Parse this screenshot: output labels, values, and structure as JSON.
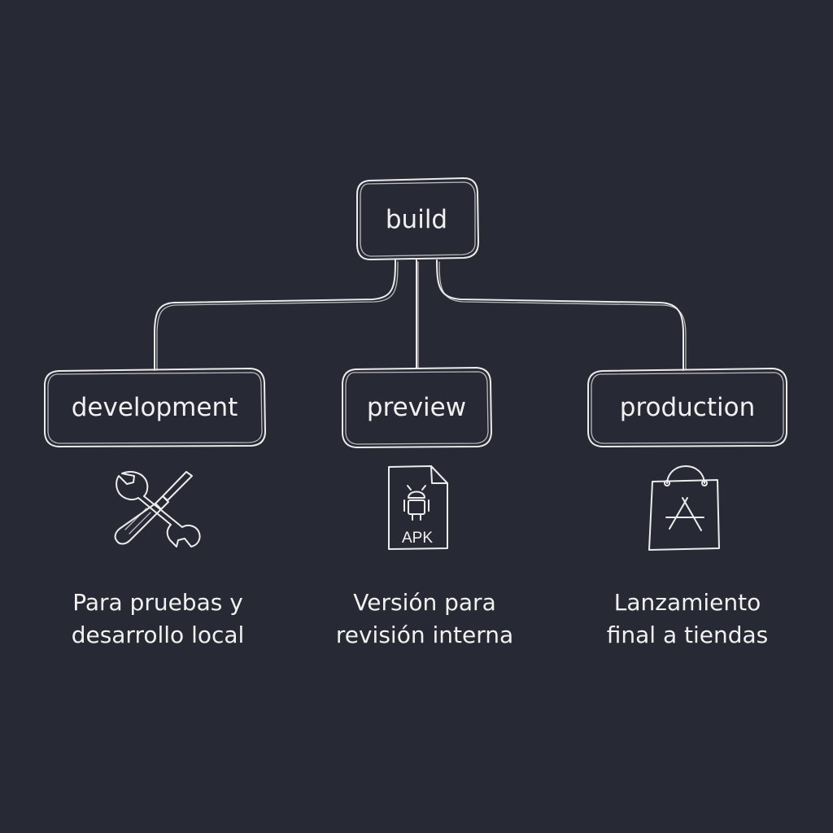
{
  "root": {
    "label": "build"
  },
  "branches": [
    {
      "id": "development",
      "label": "development",
      "icon": "wrench-screwdriver-icon",
      "caption": [
        "Para pruebas y",
        "desarrollo local"
      ]
    },
    {
      "id": "preview",
      "label": "preview",
      "icon": "apk-file-icon",
      "icon_text": "APK",
      "caption": [
        "Versión para",
        "revisión interna"
      ]
    },
    {
      "id": "production",
      "label": "production",
      "icon": "app-store-bag-icon",
      "caption": [
        "Lanzamiento",
        "final a tiendas"
      ]
    }
  ],
  "colors": {
    "background": "#272a34",
    "stroke": "#ececec",
    "text": "#f1f1f1"
  }
}
